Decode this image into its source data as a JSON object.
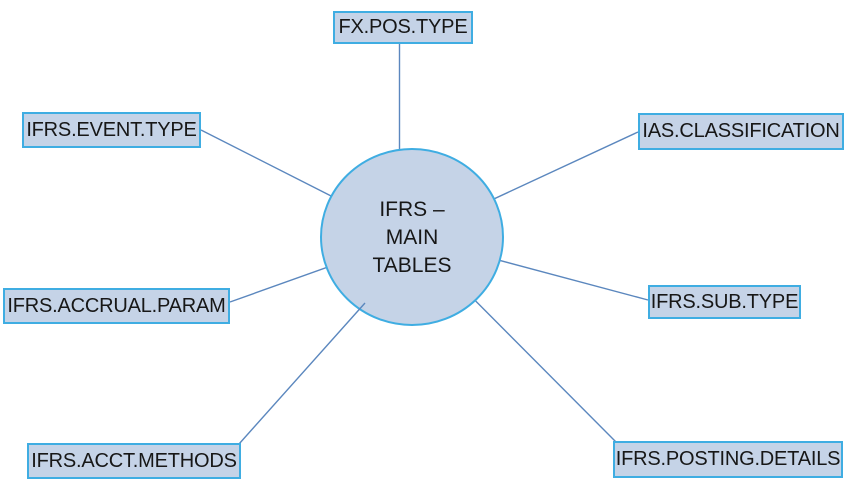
{
  "diagram": {
    "center": {
      "lines": [
        "IFRS –",
        "MAIN",
        "TABLES"
      ]
    },
    "nodes": [
      {
        "id": "fx-pos-type",
        "label": "FX.POS.TYPE"
      },
      {
        "id": "ifrs-event-type",
        "label": "IFRS.EVENT.TYPE"
      },
      {
        "id": "ias-classification",
        "label": "IAS.CLASSIFICATION"
      },
      {
        "id": "ifrs-accrual-param",
        "label": "IFRS.ACCRUAL.PARAM"
      },
      {
        "id": "ifrs-sub-type",
        "label": "IFRS.SUB.TYPE"
      },
      {
        "id": "ifrs-acct-methods",
        "label": "IFRS.ACCT.METHODS"
      },
      {
        "id": "ifrs-posting-details",
        "label": "IFRS.POSTING.DETAILS"
      }
    ],
    "colors": {
      "node_fill": "#c5d3e7",
      "node_border": "#3fade2",
      "connector": "#5b87be",
      "text": "#171717"
    }
  }
}
